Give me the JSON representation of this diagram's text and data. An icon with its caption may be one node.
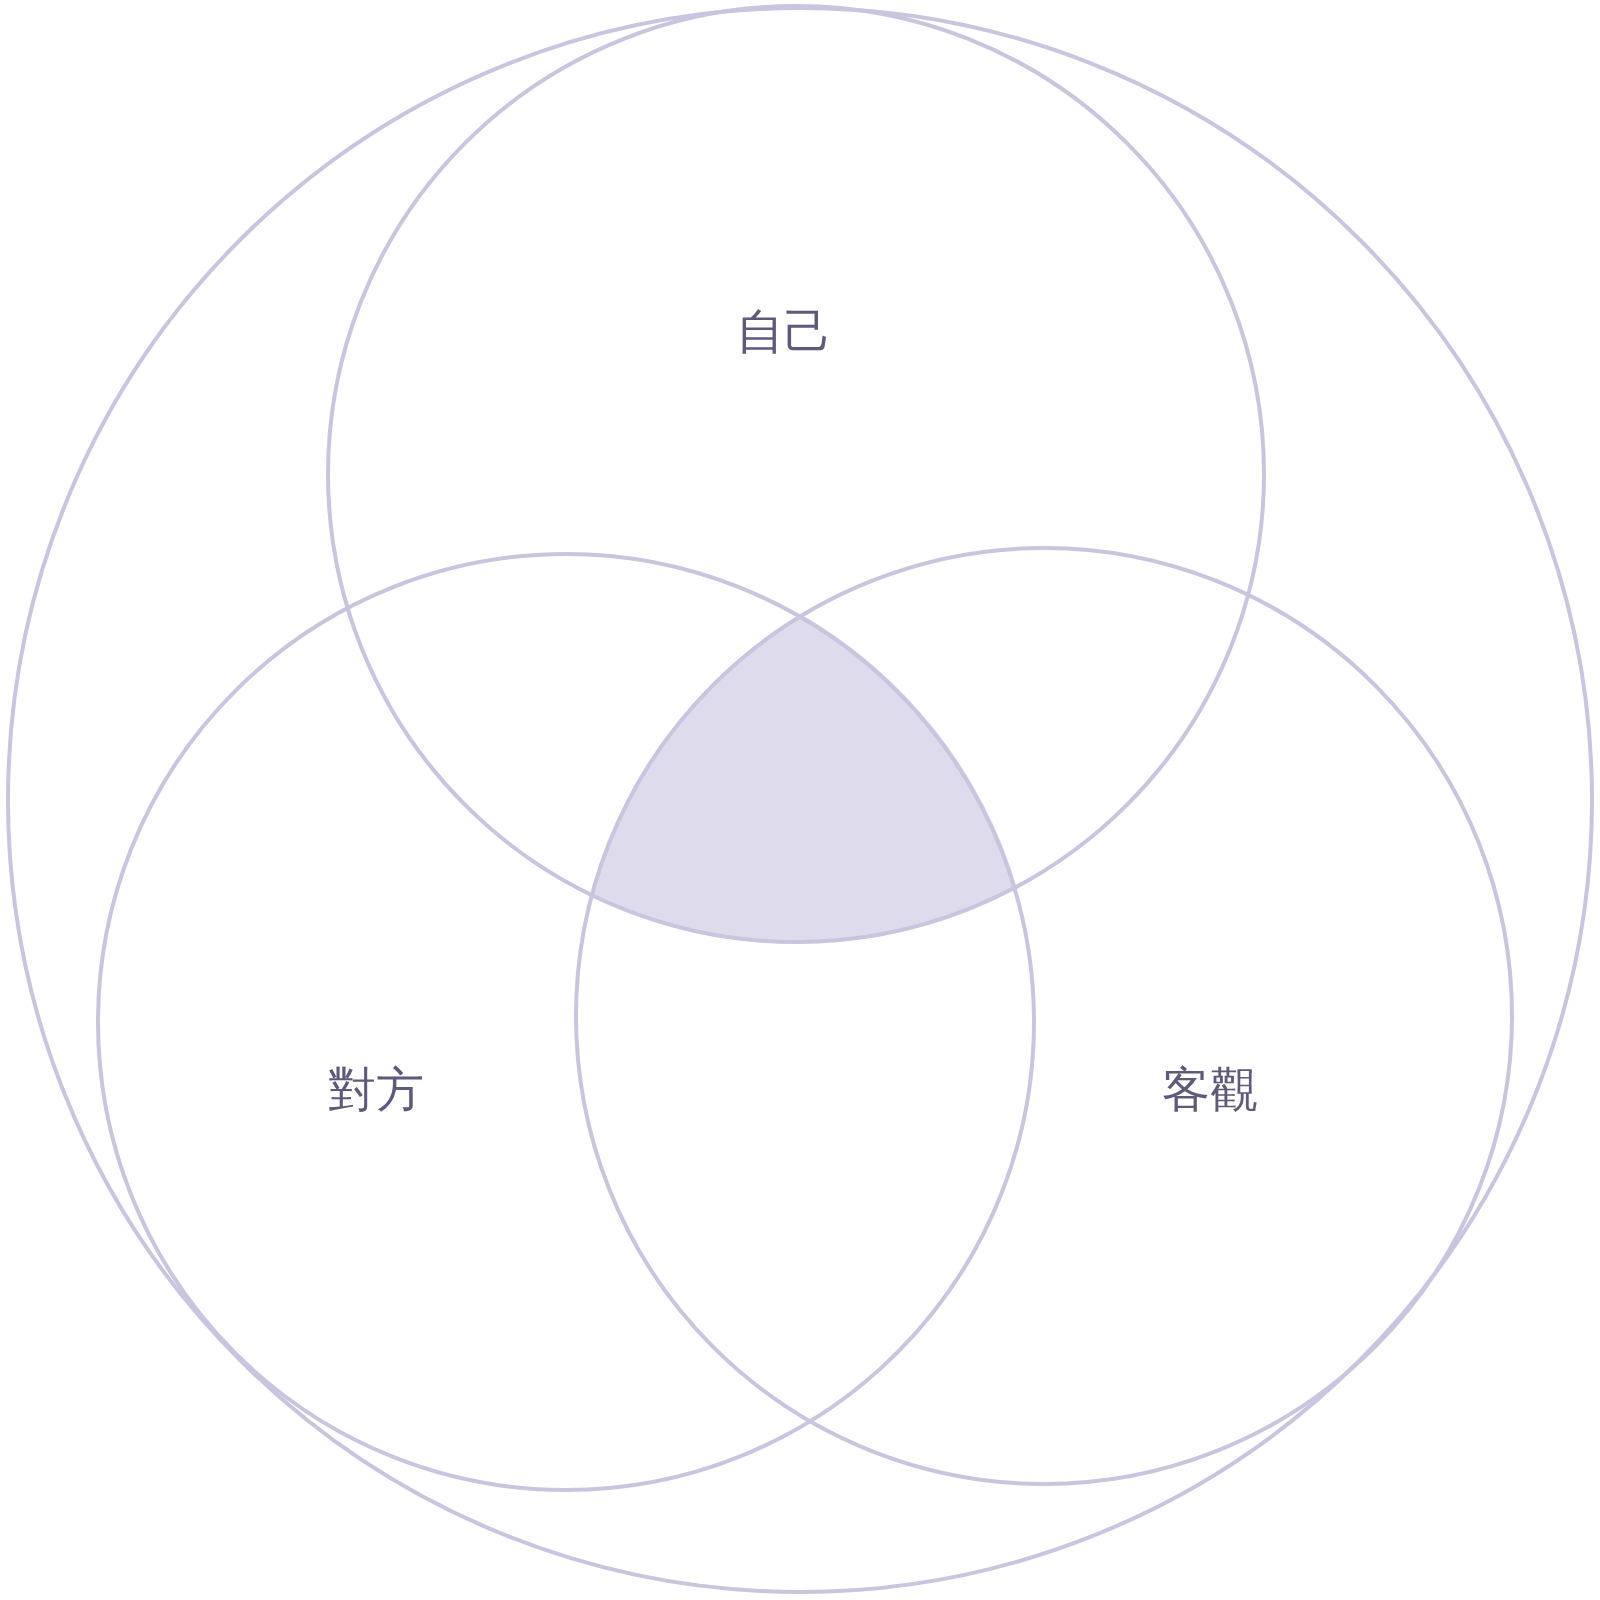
{
  "diagram": {
    "nodes": [
      {
        "text": [],
        "shape": "circle"
      },
      {
        "text": [
          "自己"
        ],
        "in": 0
      },
      {
        "text": [
          "對方"
        ],
        "in": 0
      },
      {
        "text": [
          "客觀"
        ],
        "in": 0
      },
      {
        "text": [],
        "shape": "triangle"
      }
    ]
  }
}
